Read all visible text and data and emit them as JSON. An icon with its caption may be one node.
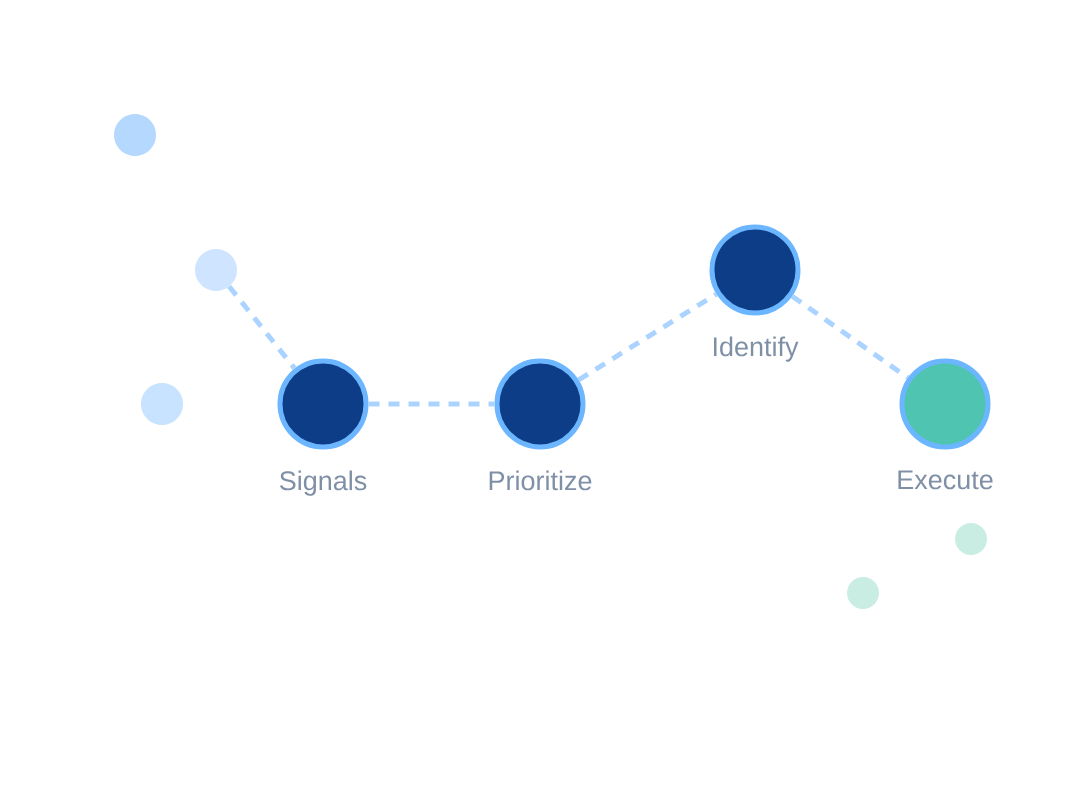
{
  "diagram": {
    "nodes": [
      {
        "text": [],
        "shape": "circle"
      },
      {
        "text": [
          "Signals"
        ]
      },
      {
        "text": [
          "Prioritize"
        ]
      },
      {
        "text": [
          "Identify"
        ]
      },
      {
        "text": [
          "Execute"
        ]
      },
      {
        "text": [],
        "shape": "circle"
      },
      {
        "text": [],
        "shape": "circle"
      },
      {
        "text": [],
        "shape": "circle"
      },
      {
        "text": [],
        "shape": "circle"
      }
    ],
    "edges": [
      {
        "from": 0,
        "to": 1,
        "arrow": "none",
        "style": "dashed"
      },
      {
        "from": 1,
        "to": 2,
        "arrow": "none",
        "style": "dashed"
      },
      {
        "from": 2,
        "to": 3,
        "arrow": "none",
        "style": "dashed"
      },
      {
        "from": 3,
        "to": 4,
        "arrow": "none",
        "style": "dashed"
      }
    ]
  }
}
